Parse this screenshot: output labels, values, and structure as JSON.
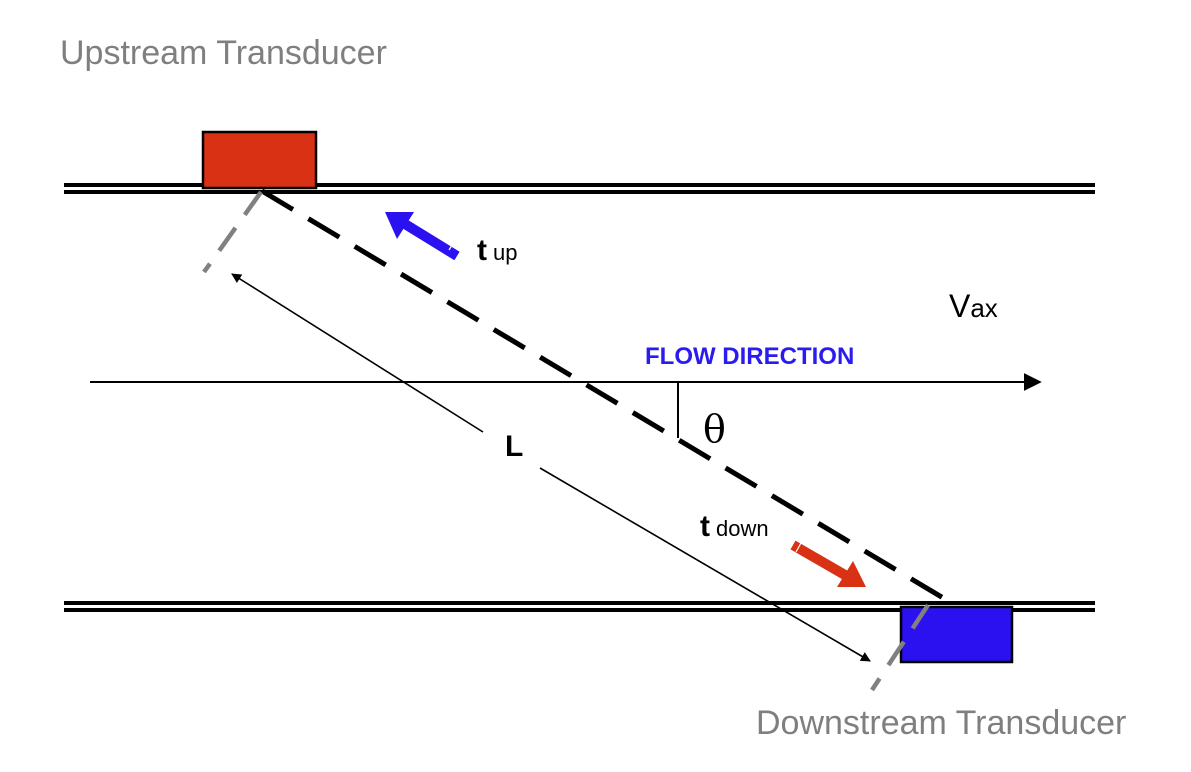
{
  "labels": {
    "upstream": "Upstream Transducer",
    "downstream": "Downstream Transducer",
    "flow_direction": "FLOW DIRECTION",
    "t_up_main": "t",
    "t_up_sub": "up",
    "t_down_main": "t",
    "t_down_sub": "down",
    "v_main": "V",
    "v_sub": "ax",
    "theta": "θ",
    "length": "L"
  },
  "colors": {
    "upstream_transducer": "#d93114",
    "downstream_transducer": "#2b10f0",
    "t_up_arrow": "#2b10f0",
    "t_down_arrow": "#d93114",
    "flow_text": "#2a1bf0",
    "label_gray": "#7f7f7f",
    "extension_line": "#808080"
  }
}
